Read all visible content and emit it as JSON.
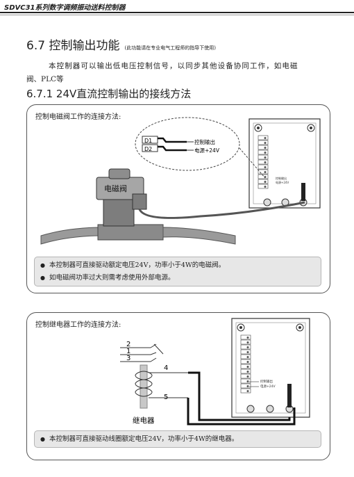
{
  "header": {
    "doc_title": "SDVC31系列数字调频振动送料控制器"
  },
  "section": {
    "title": "6.7 控制输出功能",
    "note": "(此功能请在专业电气工程师的指导下使用)",
    "paragraph_line1": "本控制器可以输出低电压控制信号，以同步其他设备协同工作，如电磁",
    "paragraph_line2": "阀、PLC等",
    "subsection_title": "6.7.1 24V直流控制输出的接线方法"
  },
  "solenoid_box": {
    "caption": "控制电磁阀工作的连接方法:",
    "valve_label": "电磁阀",
    "terminal_d1": "D1",
    "terminal_d2": "D2",
    "label_output": "控制输出",
    "label_power": "电源+24V",
    "board_label_output": "控制输出",
    "board_label_power": "电源+24V",
    "notes": [
      "本控制器可直接驱动额定电压24V，功率小于4W的电磁阀。",
      "如电磁阀功率过大则需考虑使用外部电源。"
    ]
  },
  "relay_box": {
    "caption": "控制继电器工作的连接方法:",
    "relay_label": "继电器",
    "pin_numbers": [
      "2",
      "1",
      "3",
      "4",
      "5"
    ],
    "board_label_output": "控制输出",
    "board_label_power": "电源+24V",
    "notes": [
      "本控制器可直接驱动线圈额定电压24V，功率小于4W的继电器。"
    ]
  }
}
